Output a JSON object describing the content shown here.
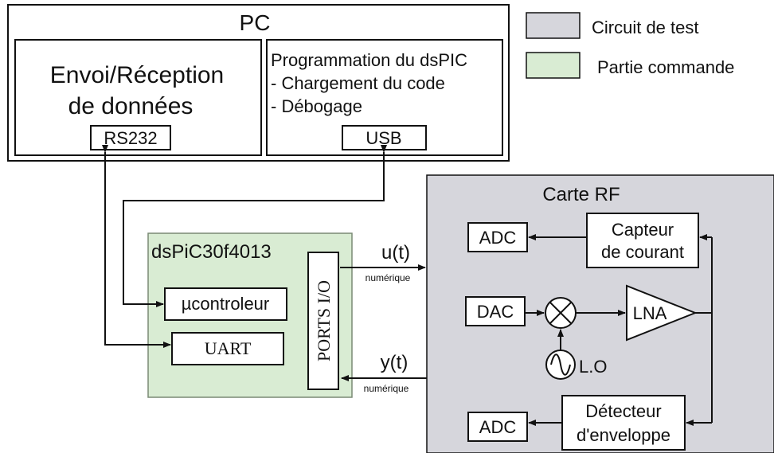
{
  "colors": {
    "circuit_test_fill": "#d6d6dc",
    "partie_commande_fill": "#d9ecd3",
    "line": "#111111",
    "box_fill": "#ffffff"
  },
  "legend": {
    "circuit_test_label": "Circuit de test",
    "partie_commande_label": "Partie commande"
  },
  "pc": {
    "title": "PC",
    "envoi_line1": "Envoi/Réception",
    "envoi_line2": "de données",
    "rs232": "RS232",
    "prog_line1": "Programmation du dsPIC",
    "prog_line2": "- Chargement du code",
    "prog_line3": "- Débogage",
    "usb": "USB"
  },
  "dspic": {
    "title": "dsPiC30f4013",
    "ucontroleur": "µcontroleur",
    "uart": "UART",
    "ports": "PORTS I/O"
  },
  "signals": {
    "u_label": "u(t)",
    "u_sub": "numérique",
    "y_label": "y(t)",
    "y_sub": "numérique"
  },
  "rf": {
    "title": "Carte RF",
    "adc_top": "ADC",
    "capteur_line1": "Capteur",
    "capteur_line2": "de courant",
    "dac": "DAC",
    "mixer_icon": "mixer-cross-circle",
    "lna": "LNA",
    "oscillator_icon": "sine-source",
    "lo": "L.O",
    "adc_bottom": "ADC",
    "detecteur_line1": "Détecteur",
    "detecteur_line2": "d'enveloppe"
  }
}
